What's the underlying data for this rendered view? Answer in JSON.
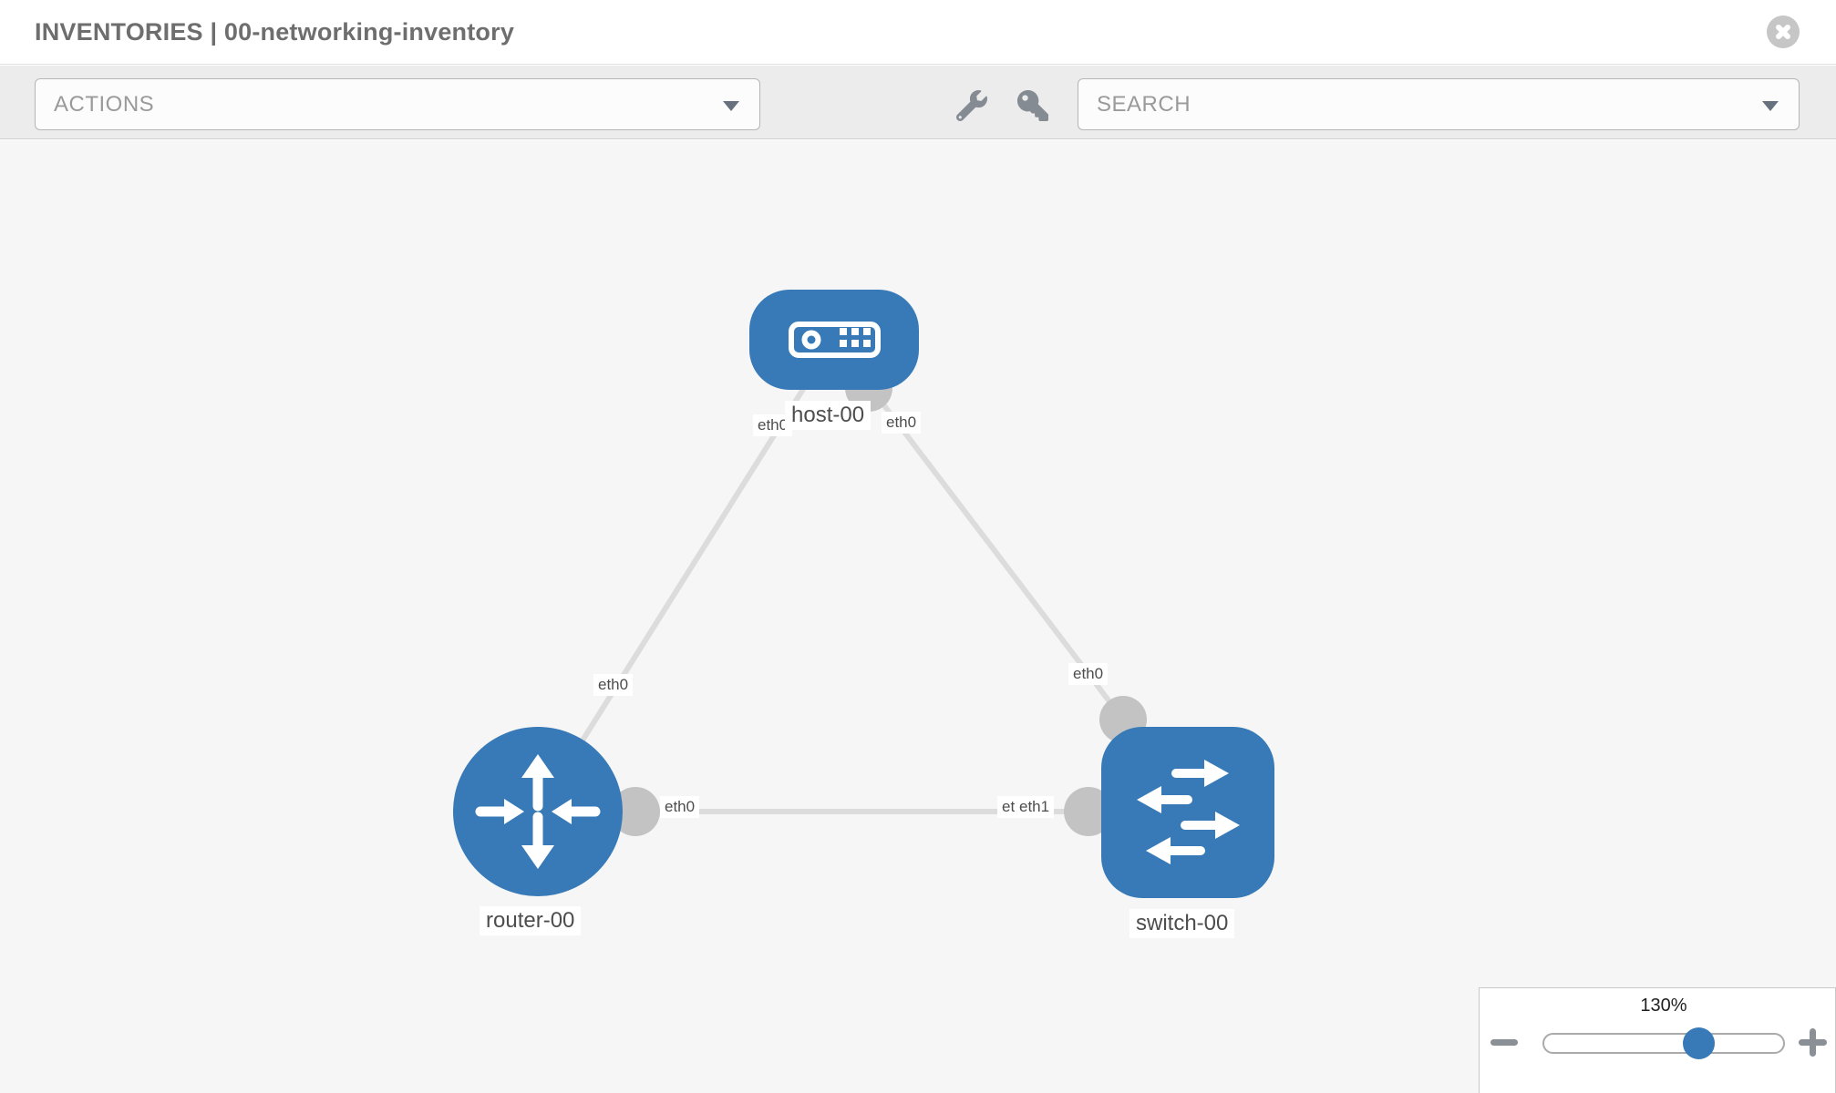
{
  "header": {
    "title": "INVENTORIES | 00-networking-inventory",
    "close_icon": "close-circle"
  },
  "toolbar": {
    "actions_label": "ACTIONS",
    "search_label": "SEARCH",
    "icons": [
      "wrench",
      "key"
    ]
  },
  "topology": {
    "node_labels": {
      "host": "host-00",
      "router": "router-00",
      "switch": "switch-00"
    },
    "node_types": {
      "host": "host",
      "router": "router",
      "switch": "switch"
    },
    "interface_labels": {
      "host_left": "eth0",
      "host_right": "eth0",
      "router_host_link": "eth0",
      "host_switch_link": "eth0",
      "router_switch_router_end": "eth0",
      "router_switch_switch_end_back": "eth0",
      "router_switch_switch_end_front": "eth1"
    },
    "links": [
      {
        "from": "host-00",
        "to": "router-00"
      },
      {
        "from": "host-00",
        "to": "switch-00"
      },
      {
        "from": "router-00",
        "to": "switch-00"
      }
    ]
  },
  "zoom_control": {
    "level": "130%",
    "minus_icon": "minus",
    "plus_icon": "plus",
    "slider_position_pct": 64
  },
  "colors": {
    "node_blue": "#377ab7",
    "link_gray": "#dcdcdc",
    "connector_gray": "#c3c3c3",
    "accent_blue": "#377ab7"
  }
}
